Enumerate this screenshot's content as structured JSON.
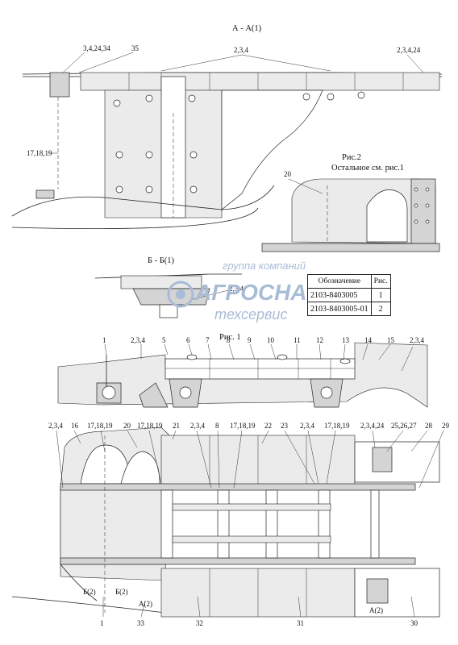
{
  "views": {
    "section_aa": "А - А(1)",
    "section_bb": "Б - Б(1)",
    "fig1": "Рис. 1",
    "fig2": "Рис.2",
    "fig2_note": "Остальное см. рис.1"
  },
  "watermark": {
    "line1": "группа компаний",
    "line2": "АГРОСНАБ",
    "line3": "техсервис",
    "color": "#a9bcd6"
  },
  "table": {
    "headers": [
      "Обозначение",
      "Рис."
    ],
    "rows": [
      {
        "designation": "2103-8403005",
        "fig": "1"
      },
      {
        "designation": "2103-8403005-01",
        "fig": "2"
      }
    ]
  },
  "callouts": {
    "aa": [
      "3,4,24,34",
      "35",
      "2,3,4",
      "2,3,4,24",
      "17,18,19"
    ],
    "fig2": [
      "20"
    ],
    "bb": [
      "2,3,4"
    ],
    "fig1_top": [
      "1",
      "2,3,4",
      "5",
      "6",
      "7",
      "8",
      "9",
      "10",
      "11",
      "12",
      "13",
      "14",
      "15",
      "2,3,4"
    ],
    "plan_top": [
      "2,3,4",
      "16",
      "17,18,19",
      "20",
      "17,18,19",
      "21",
      "2,3,4",
      "8",
      "17,18,19",
      "22",
      "23",
      "2,3,4",
      "17,18,19",
      "2,3,4,24",
      "25,26,27",
      "28",
      "29"
    ],
    "plan_bottom": [
      "1",
      "33",
      "32",
      "31",
      "30"
    ],
    "section_marks": [
      "Б(2)",
      "Б(2)",
      "А(2)",
      "А(2)"
    ]
  }
}
